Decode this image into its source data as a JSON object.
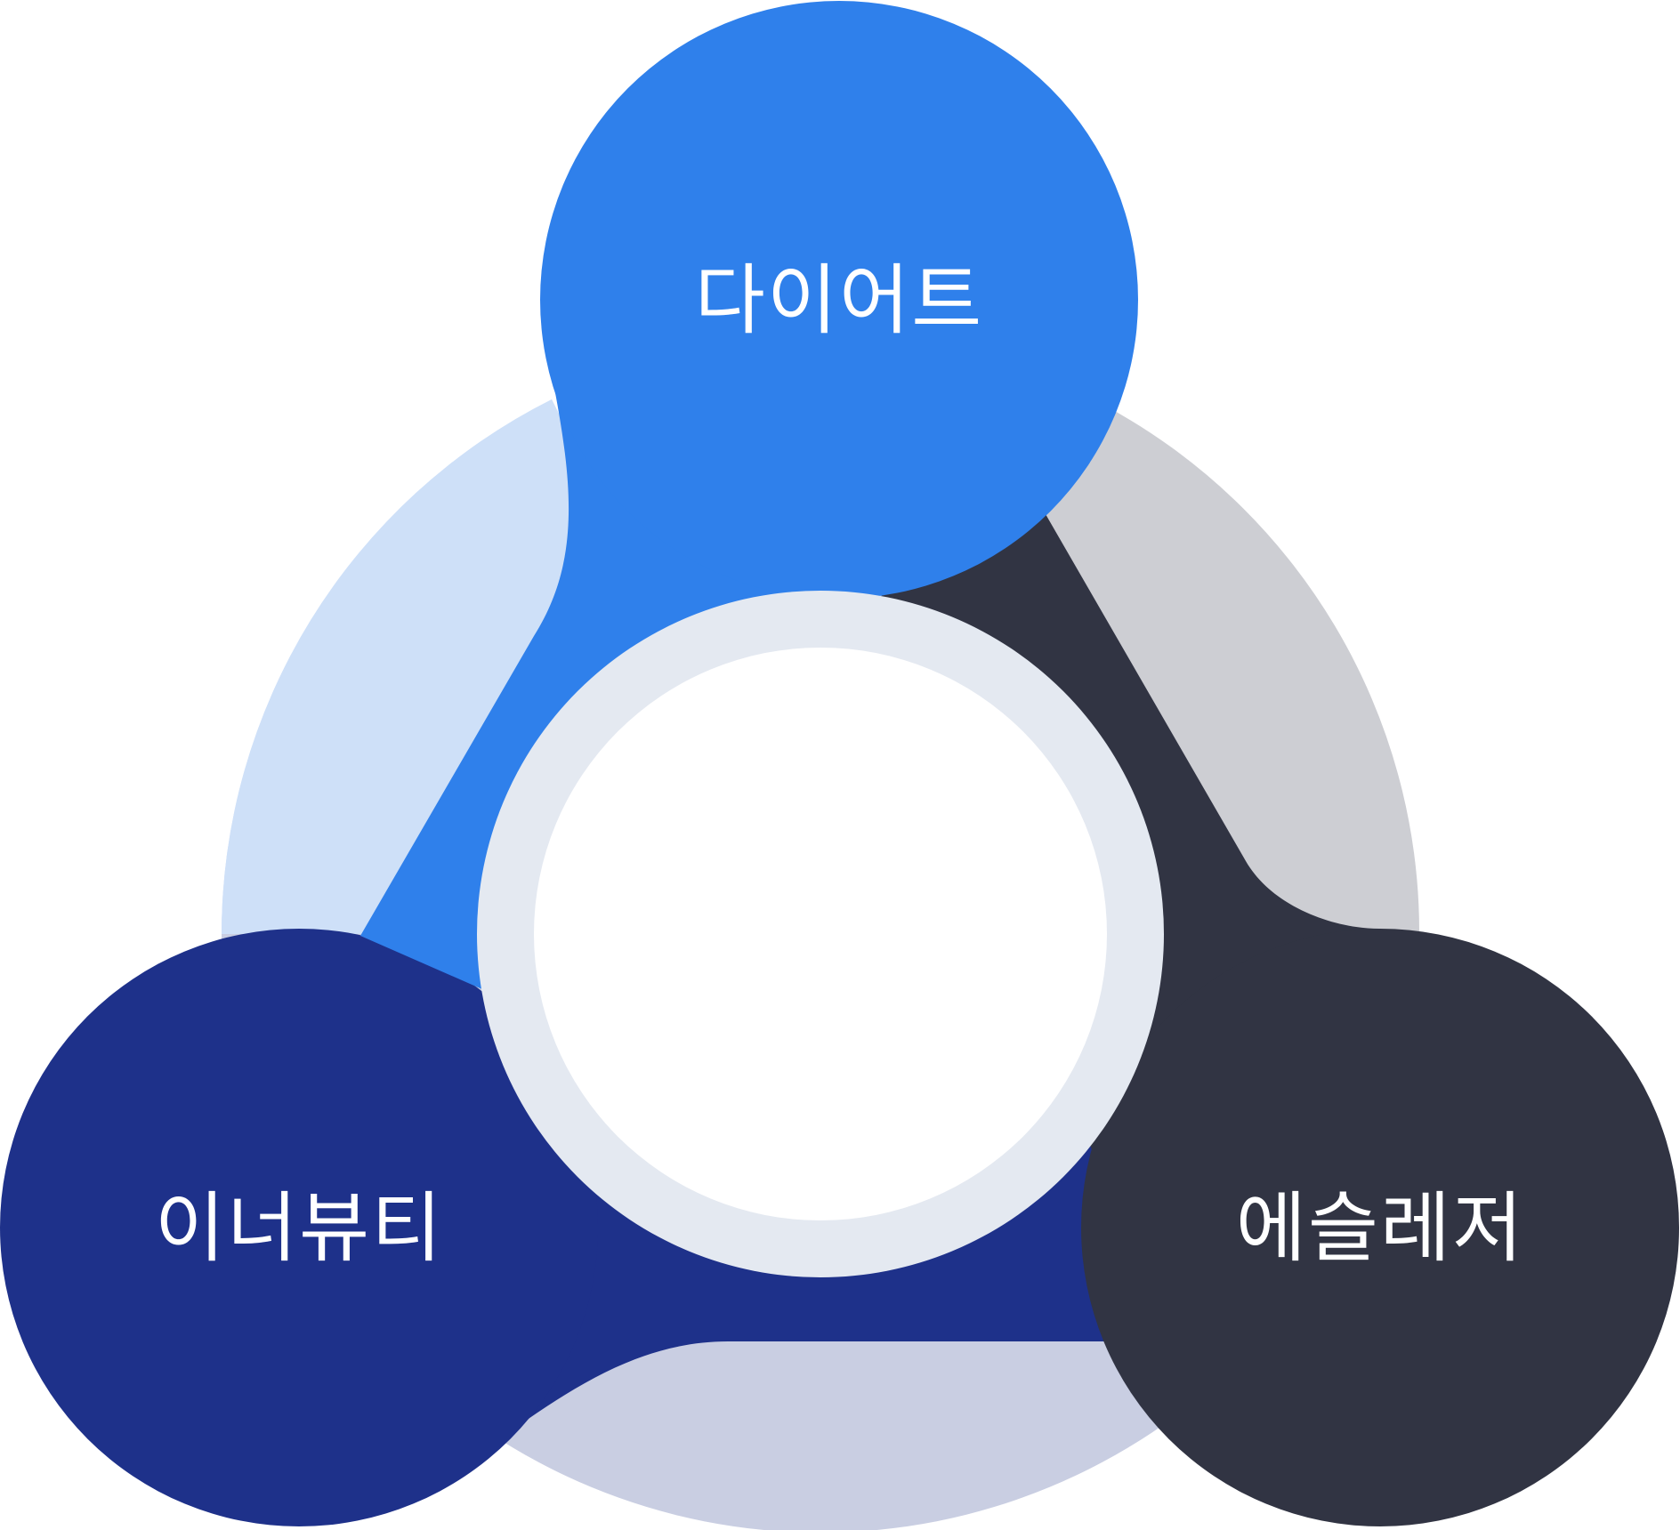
{
  "diagram": {
    "type": "three-node cycle",
    "center": {
      "label": ""
    },
    "nodes": [
      {
        "id": "top",
        "label": "다이어트",
        "color": "#2F80EB",
        "sector_color": "#CEE0F8"
      },
      {
        "id": "bottom-left",
        "label": "이너뷰티",
        "color": "#1E318A",
        "sector_color": "#C9CEE2"
      },
      {
        "id": "bottom-right",
        "label": "에슬레저",
        "color": "#313443",
        "sector_color": "#CDCED3"
      }
    ],
    "colors": {
      "background": "#FFFFFF",
      "center_ring": "#E4E9F1",
      "center_fill": "#FFFFFF",
      "label_text": "#FFFFFF"
    }
  }
}
